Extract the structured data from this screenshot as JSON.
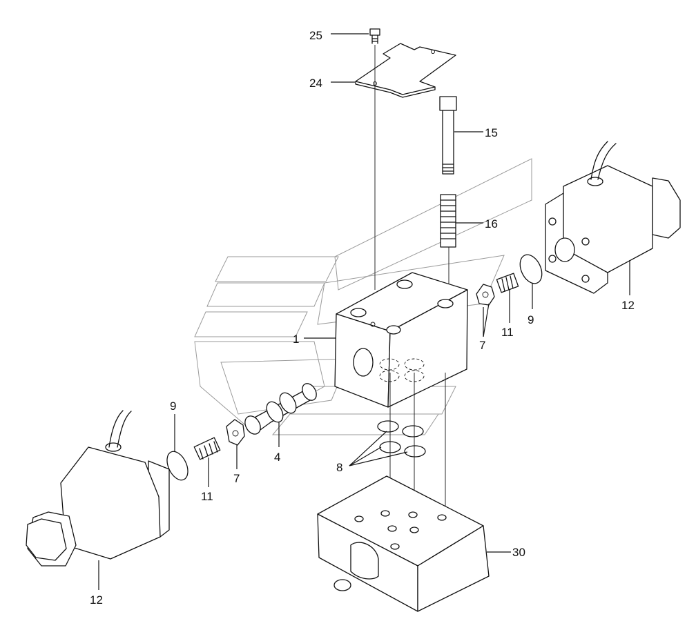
{
  "callouts": {
    "c25": "25",
    "c24": "24",
    "c15": "15",
    "c16": "16",
    "c1": "1",
    "c7_right": "7",
    "c11_right": "11",
    "c9_right": "9",
    "c12_right": "12",
    "c9_left": "9",
    "c11_left": "11",
    "c7_left": "7",
    "c4": "4",
    "c8": "8",
    "c30": "30",
    "c12_left": "12"
  },
  "colors": {
    "ink": "#111111",
    "watermark": "#9a9a9a",
    "background": "#ffffff"
  }
}
